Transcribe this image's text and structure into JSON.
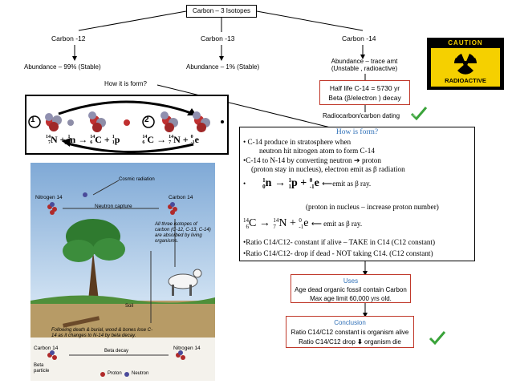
{
  "top": {
    "root": "Carbon – 3 Isotopes",
    "c12": "Carbon -12",
    "c13": "Carbon -13",
    "c14": "Carbon -14",
    "ab12": "Abundance – 99% (Stable)",
    "ab13": "Abundance – 1% (Stable)",
    "ab14_1": "Abundance – trace amt",
    "ab14_2": "(Unstable , radioactive)",
    "howq": "How it is form?",
    "caution": "CAUTION",
    "radioactive": "RADIOACTIVE"
  },
  "halflife": {
    "line1": "Half life C-14 = 5730 yr",
    "line2": "Beta (β/electron ) decay"
  },
  "dating": "Radiocarbon/carbon dating",
  "reaction": {
    "step1": "1",
    "step2": "2",
    "nucleons": [
      "14",
      "7",
      "1",
      "0",
      "14",
      "6",
      "1",
      "1",
      "14",
      "6",
      "14",
      "7",
      "0",
      "-1"
    ],
    "symbols": [
      "N",
      "n",
      "C",
      "p",
      "C",
      "N",
      "e"
    ],
    "ops": [
      "+",
      "→",
      "+",
      "→",
      "+"
    ]
  },
  "form": {
    "title": "How is form?",
    "l1": "• C-14 produce in stratosphere when",
    "l2": "neutron hit  nitrogen atom to form C-14",
    "l3": "•C-14  to N-14 by converting neutron ➔ proton",
    "l4": "(proton stay in nucleus), electron emit as β radiation",
    "bullet": "•",
    "eq1": {
      "n_top": "1",
      "n_bot": "0",
      "n": "n",
      "arrow": "→",
      "p_top": "1",
      "p_bot": "1",
      "p": "p",
      "plus": "+",
      "e_top": "0",
      "e_bot": "-1",
      "e": "e",
      "note": "⟵emit as β ray."
    },
    "l5": "(proton in nucleus – increase proton number)",
    "eq2": {
      "c_top": "14",
      "c_bot": "6",
      "c": "C",
      "arrow": "→",
      "nn_top": "14",
      "nn_bot": "7",
      "nn": "N",
      "plus": "+",
      "e_top": "0",
      "e_bot": "-1",
      "e": "e",
      "note": "⟵       emit as β ray."
    },
    "l6": "•Ratio C14/C12- constant if alive – TAKE in C14 (C12 constant)",
    "l7": "•Ratio C14/C12- drop if dead - NOT taking C14. (C12 constant)"
  },
  "uses": {
    "title": "Uses",
    "l1": "Age dead organic fossil contain Carbon",
    "l2": "Max age limit 60,000 yrs old."
  },
  "conclusion": {
    "title": "Conclusion",
    "l1": "Ratio C14/C12 constant is organism alive",
    "l2a": "Ratio  C14/C12  drop",
    "l2b": "organism die"
  },
  "illus": {
    "cosmic": "Cosmic radiation",
    "n14": "Nitrogen 14",
    "capture": "Neutron capture",
    "c14": "Carbon 14",
    "isotopes": "All three isotopes of carbon (C-12, C-13, C-14) are absorbed by living organisms.",
    "soil": "Soil",
    "burial": "Following death & burial, wood & bones lose C-14 as it changes to N-14 by beta decay.",
    "c14b": "Carbon 14",
    "beta": "Beta decay",
    "n14b": "Nitrogen 14",
    "betap": "Beta particle",
    "proton": "Proton",
    "neutron": "Neutron"
  },
  "colors": {
    "red": "#c0392b",
    "blue": "#2e6fb7",
    "yellow": "#f5d000",
    "sky": "#9fc3e4",
    "ground": "#b79b66"
  }
}
